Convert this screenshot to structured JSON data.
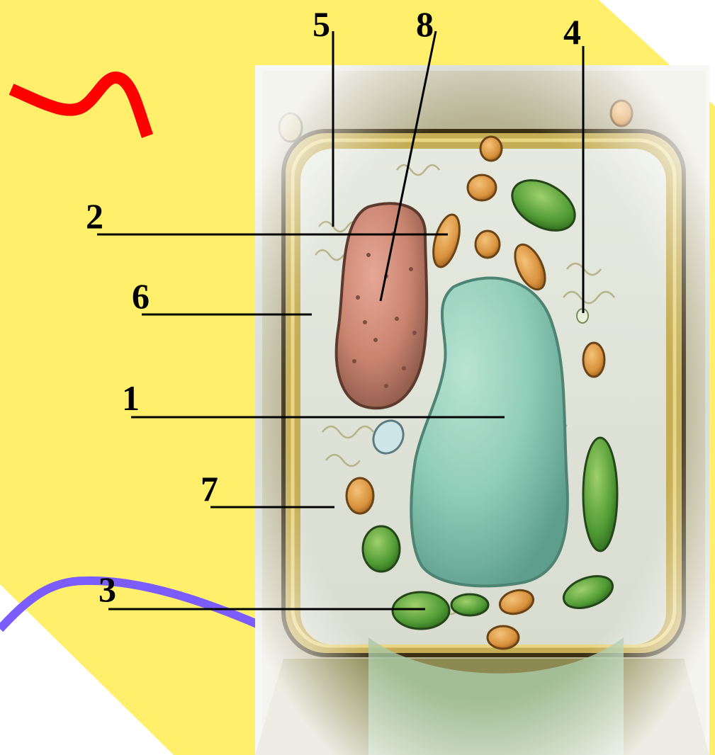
{
  "colors": {
    "background_shape": "#FFEF6B",
    "red_stroke": "#FF0000",
    "purple_stroke": "#7A5CFF",
    "leader_lines": "#000000"
  },
  "labels": {
    "l1": "1",
    "l2": "2",
    "l3": "3",
    "l4": "4",
    "l5": "5",
    "l6": "6",
    "l7": "7",
    "l8": "8"
  }
}
